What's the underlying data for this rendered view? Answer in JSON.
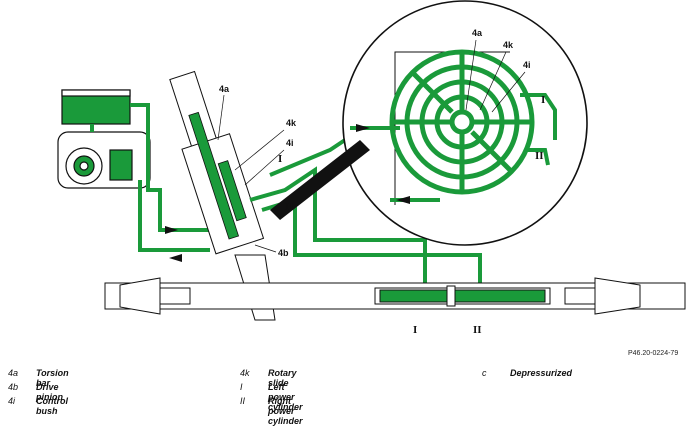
{
  "labels": {
    "torsion_bar": "4a",
    "rotary_slide": "4k",
    "control_bush": "4i",
    "left_cylinder": "I",
    "right_cylinder": "II"
  },
  "reference": "P46.20-0224-79",
  "legend": [
    {
      "code": "4a",
      "text": "Torsion bar"
    },
    {
      "code": "4b",
      "text": "Drive pinion"
    },
    {
      "code": "4i",
      "text": "Control bush"
    },
    {
      "code": "4k",
      "text": "Rotary slide"
    },
    {
      "code": "I",
      "text": "Left power cylinder"
    },
    {
      "code": "II",
      "text": "Right power cylinder"
    },
    {
      "code": "c",
      "text": "Depressurized"
    }
  ],
  "colors": {
    "fluid": "#1a9a3a",
    "outline": "#111111"
  }
}
